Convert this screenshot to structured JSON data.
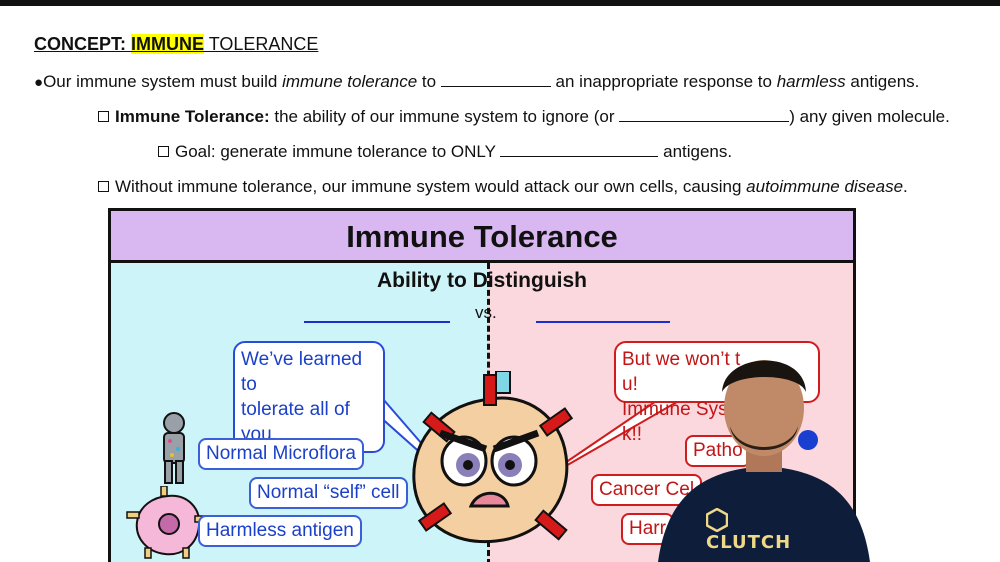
{
  "title": {
    "prefix": "CONCEPT: ",
    "highlight": "IMMUNE",
    "rest": " TOLERANCE"
  },
  "bullets": {
    "main": {
      "a": "Our immune system must build ",
      "b": "immune tolerance",
      "c": " to ",
      "d": " an inappropriate response to ",
      "e": "harmless",
      "f": " antigens."
    },
    "def": {
      "term": "Immune Tolerance:",
      "a": " the ability of our immune system to ignore (or ",
      "b": ") any given molecule."
    },
    "goal": {
      "a": "Goal: generate immune tolerance to ONLY ",
      "b": " antigens."
    },
    "without": {
      "a": "Without immune tolerance, our immune system would attack our own cells, causing ",
      "b": "autoimmune disease",
      "c": "."
    }
  },
  "figure": {
    "title": "Immune Tolerance",
    "subtitle": "Ability to Distinguish",
    "vs": "vs.",
    "left_bubble": [
      "We’ve learned to",
      "tolerate all of you."
    ],
    "right_bubble": [
      "But we won’t t",
      "u!",
      "Immune Syste",
      "k!!"
    ],
    "left_labels": [
      "Normal Microflora",
      "Normal “self” cell",
      "Harmless antigen"
    ],
    "right_labels": [
      "Patho",
      "Cancer Cel",
      "Harr"
    ]
  },
  "brand": {
    "name": "CLUTCH"
  },
  "colors": {
    "header": "#d9b8f2",
    "left": "#cdf4f8",
    "right": "#fbd8dd",
    "blue": "#1a3fc9",
    "red": "#c21515",
    "highlight": "#ffff00"
  }
}
